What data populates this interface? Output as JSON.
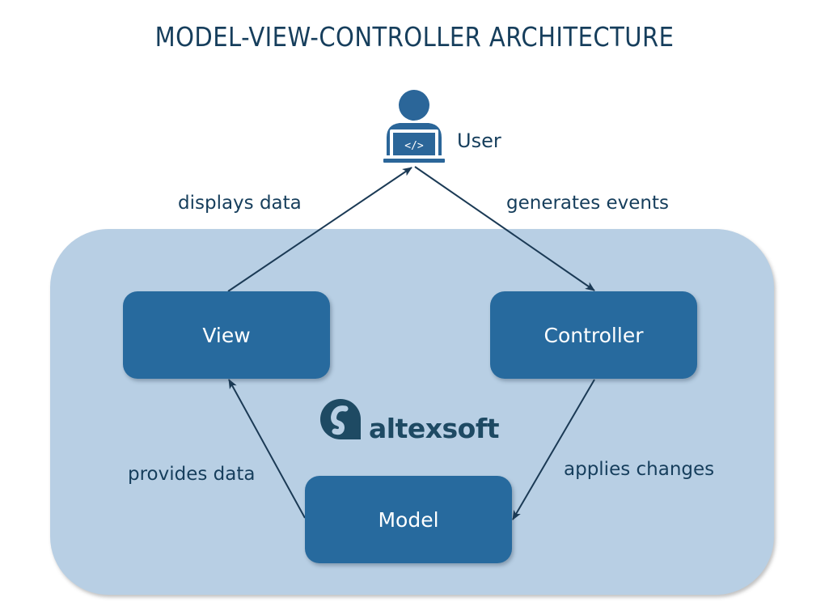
{
  "title": "MODEL-VIEW-CONTROLLER ARCHITECTURE",
  "nodes": {
    "user": {
      "label": "User",
      "icon": "user-laptop-code-icon"
    },
    "view": {
      "label": "View"
    },
    "controller": {
      "label": "Controller"
    },
    "model": {
      "label": "Model"
    }
  },
  "edges": [
    {
      "from": "View",
      "to": "User",
      "label": "displays data"
    },
    {
      "from": "User",
      "to": "Controller",
      "label": "generates events"
    },
    {
      "from": "Controller",
      "to": "Model",
      "label": "applies changes"
    },
    {
      "from": "Model",
      "to": "View",
      "label": "provides data"
    }
  ],
  "logo": {
    "text": "altexsoft",
    "icon": "altexsoft-logo-icon"
  },
  "colors": {
    "title": "#163e5c",
    "panel": "#b8cfe4",
    "box": "#276a9e",
    "box_text": "#ffffff",
    "arrow": "#1b3a55",
    "icon": "#2b6699"
  }
}
